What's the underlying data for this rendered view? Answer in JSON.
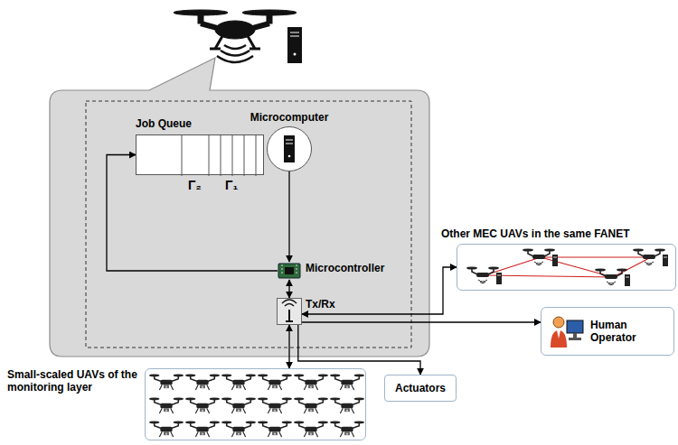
{
  "diagram": {
    "nodes": [
      {
        "text": [
          "Job Queue"
        ]
      },
      {
        "text": [
          "Microcomputer"
        ]
      },
      {
        "text": [
          "Microcontroller"
        ]
      },
      {
        "text": [
          "Tx/Rx"
        ]
      },
      {
        "text": [
          "Other MEC UAVs in the same FANET"
        ]
      },
      {
        "text": [
          "Human Operator"
        ]
      },
      {
        "text": [
          "Actuators"
        ]
      },
      {
        "text": [
          "Small-scaled UAVs of the monitoring layer"
        ]
      }
    ],
    "edges": [
      {
        "from": 1,
        "to": 2,
        "arrow": "to"
      },
      {
        "from": 2,
        "to": 0,
        "arrow": "to"
      },
      {
        "from": 2,
        "to": 3,
        "arrow": "both"
      },
      {
        "from": 3,
        "to": 4,
        "arrow": "both"
      },
      {
        "from": 3,
        "to": 5,
        "arrow": "to"
      },
      {
        "from": 3,
        "to": 6,
        "arrow": "to"
      },
      {
        "from": 3,
        "to": 7,
        "arrow": "both"
      }
    ],
    "labels": [
      "Γ₂",
      "Γ₁"
    ]
  }
}
